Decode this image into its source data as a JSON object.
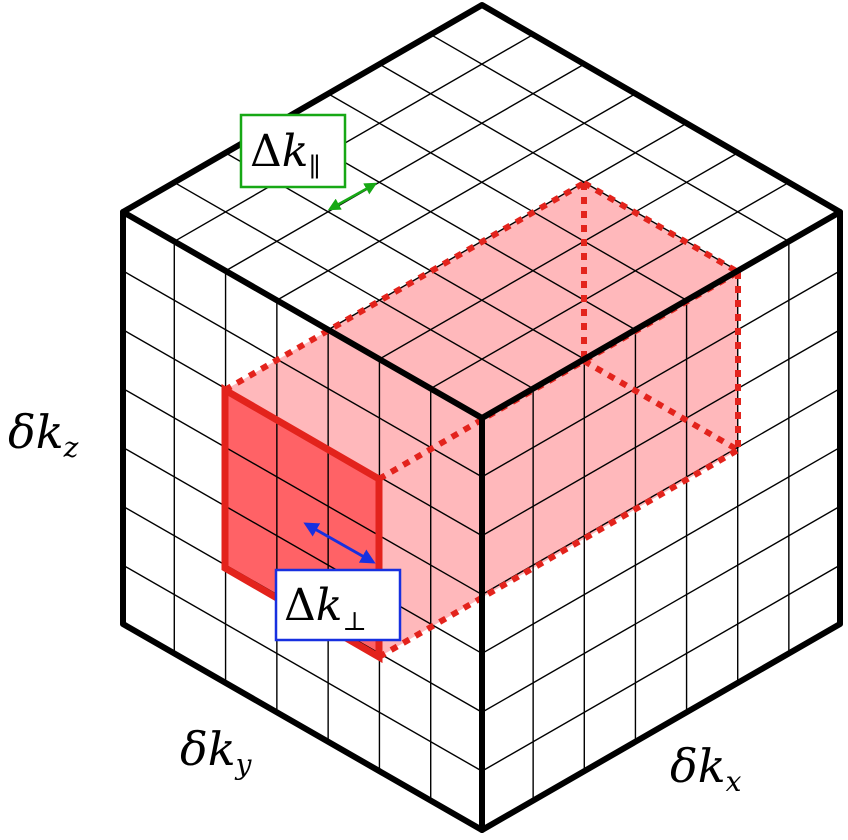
{
  "labels": {
    "dkz": {
      "delta": "δ",
      "k": "k",
      "sub": "z"
    },
    "dky": {
      "delta": "δ",
      "k": "k",
      "sub": "y"
    },
    "dkx": {
      "delta": "δ",
      "k": "k",
      "sub": "x"
    },
    "dk_par": {
      "Delta": "Δ",
      "k": "k",
      "sub": "∥"
    },
    "dk_perp": {
      "Delta": "Δ",
      "k": "k",
      "sub": "⊥"
    }
  },
  "colors": {
    "edge": "#000000",
    "region_fill": "#ffb0b4",
    "front_face_fill": "#ff5a5e",
    "region_edge": "#e3231c",
    "parallel_arrow": "#17a815",
    "perp_arrow": "#1730e0"
  },
  "grid": {
    "divisions_per_edge": 7
  }
}
